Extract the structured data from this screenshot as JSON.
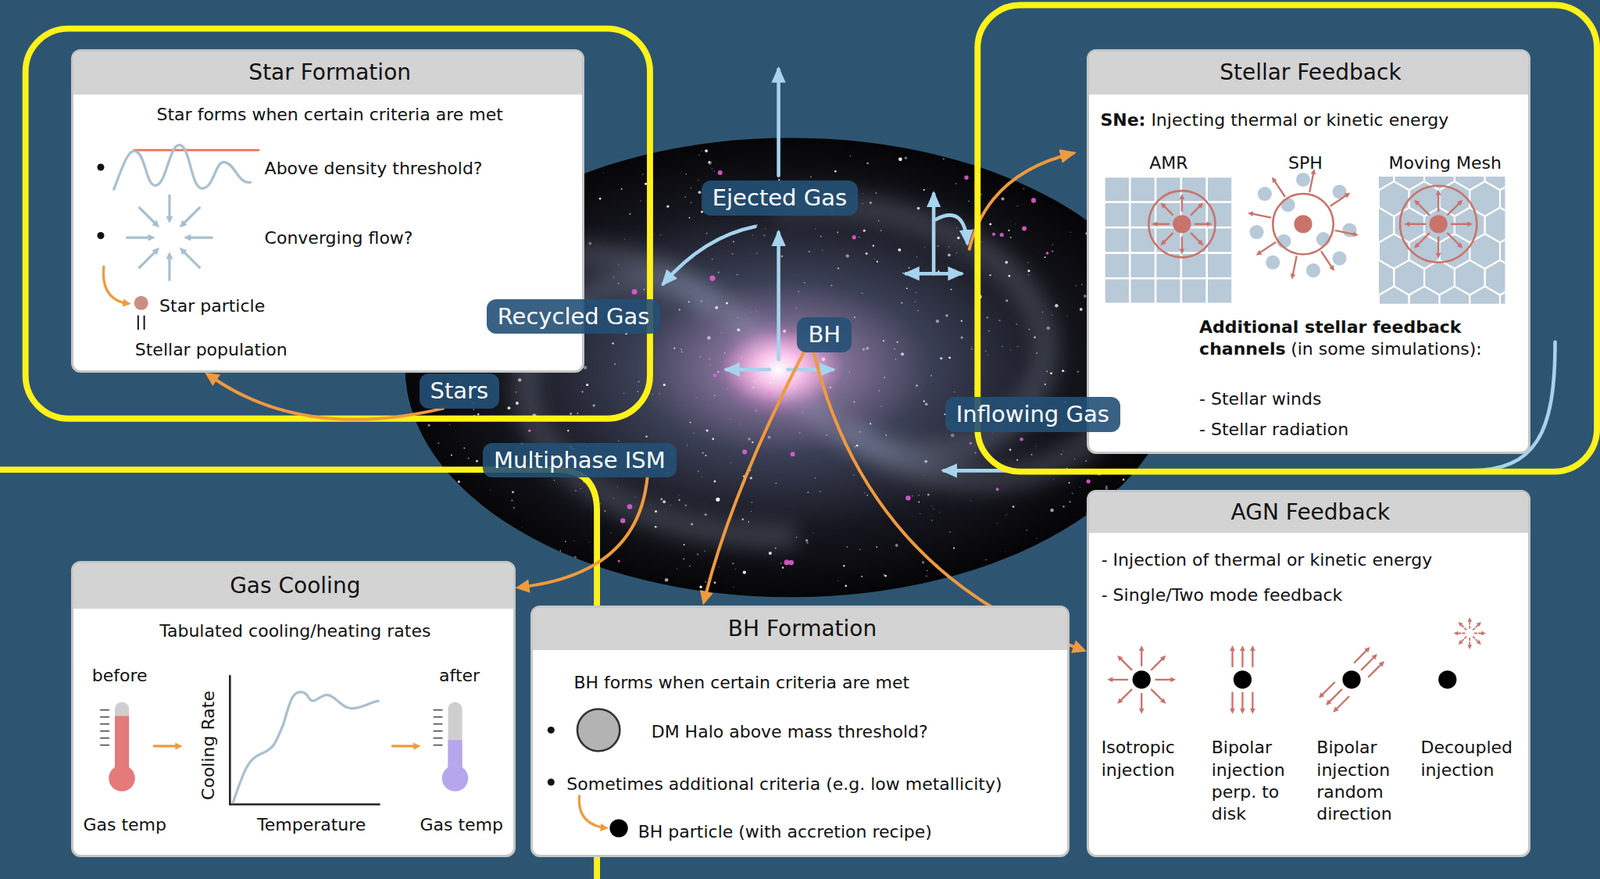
{
  "diagram": {
    "nodes": [
      {
        "text": [
          "Star Formation",
          "Star forms when certain criteria are met",
          "Above density threshold?",
          "Converging flow?",
          "Star particle",
          "Stellar population"
        ]
      },
      {
        "text": [
          "Stellar Feedback",
          "SNe:",
          "Injecting thermal or kinetic energy",
          "AMR",
          "SPH",
          "Moving Mesh",
          "Additional stellar feedback channels",
          "(in some simulations):",
          "- Stellar winds",
          "- Stellar radiation"
        ]
      },
      {
        "text": [
          "Ejected Gas"
        ]
      },
      {
        "text": [
          "Recycled Gas"
        ]
      },
      {
        "text": [
          "BH"
        ]
      },
      {
        "text": [
          "Stars"
        ]
      },
      {
        "text": [
          "Inflowing Gas"
        ]
      },
      {
        "text": [
          "Multiphase ISM"
        ]
      },
      {
        "text": [
          "AGN Feedback",
          "- Injection of thermal or kinetic energy",
          "- Single/Two mode feedback",
          "Isotropic injection",
          "Bipolar injection perp. to disk",
          "Bipolar injection random direction",
          "Decoupled injection"
        ]
      },
      {
        "text": [
          "Gas Cooling",
          "Tabulated cooling/heating rates",
          "before",
          "Cooling Rate",
          "Temperature",
          "after",
          "Gas temp",
          "Gas temp"
        ]
      },
      {
        "text": [
          "BH Formation",
          "BH forms when certain criteria are met",
          "DM Halo above mass threshold?",
          "Sometimes additional criteria (e.g. low metallicity)",
          "BH particle (with accretion recipe)"
        ]
      }
    ],
    "edges": [
      {
        "from": 5,
        "to": 0,
        "arrow": "to"
      },
      {
        "from": 7,
        "to": 9,
        "arrow": "to"
      },
      {
        "from": 4,
        "to": 10,
        "arrow": "to"
      },
      {
        "from": 4,
        "to": 8,
        "arrow": "to"
      }
    ]
  }
}
